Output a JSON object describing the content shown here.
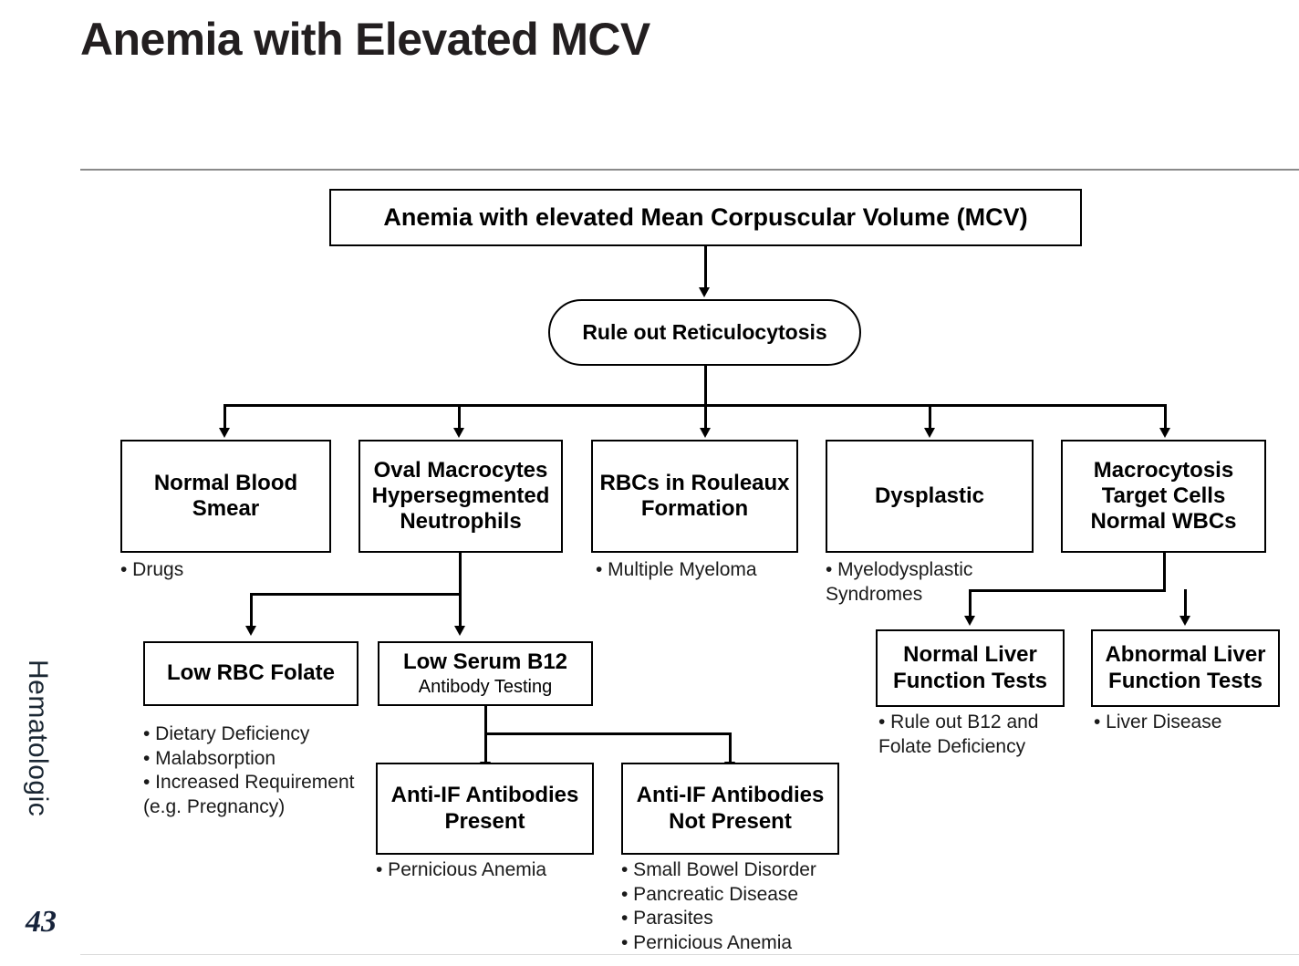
{
  "slide": {
    "title": "Anemia with Elevated MCV",
    "side_label": "Hematologic",
    "page_number": "43"
  },
  "colors": {
    "ink": "#000000",
    "title": "#231f20",
    "rule": "#8a8a8a",
    "side_label": "#1b2733"
  },
  "flow": {
    "root": {
      "label": "Anemia with elevated Mean Corpuscular Volume (MCV)"
    },
    "decision": {
      "label": "Rule out Reticulocytosis"
    },
    "branches": [
      {
        "id": "normal-blood-smear",
        "line1": "Normal Blood",
        "line2": "Smear",
        "line3": ""
      },
      {
        "id": "oval-macrocytes",
        "line1": "Oval Macrocytes",
        "line2": "Hypersegmented",
        "line3": "Neutrophils"
      },
      {
        "id": "rbcs-rouleaux",
        "line1": "RBCs in Rouleaux",
        "line2": "Formation",
        "line3": ""
      },
      {
        "id": "dysplastic",
        "line1": "Dysplastic",
        "line2": "",
        "line3": ""
      },
      {
        "id": "macrocytosis",
        "line1": "Macrocytosis",
        "line2": "Target Cells",
        "line3": "Normal WBCs"
      }
    ],
    "second_level": [
      {
        "id": "low-rbc-folate",
        "label": "Low RBC Folate",
        "sub": ""
      },
      {
        "id": "low-serum-b12",
        "label": "Low Serum B12",
        "sub": "Antibody Testing"
      },
      {
        "id": "normal-lft",
        "line1": "Normal Liver",
        "line2": "Function Tests"
      },
      {
        "id": "abnormal-lft",
        "line1": "Abnormal Liver",
        "line2": "Function Tests"
      }
    ],
    "third_level": [
      {
        "id": "anti-if-present",
        "line1": "Anti-IF Antibodies",
        "line2": "Present"
      },
      {
        "id": "anti-if-not-present",
        "line1": "Anti-IF Antibodies",
        "line2": "Not Present"
      }
    ]
  },
  "bullets": {
    "normal_blood_smear": "• Drugs",
    "rbcs_rouleaux": "• Multiple Myeloma",
    "dysplastic": "• Myelodysplastic\nSyndromes",
    "low_rbc_folate": "• Dietary Deficiency\n• Malabsorption\n• Increased Requirement\n  (e.g. Pregnancy)",
    "normal_lft": "• Rule out B12 and\nFolate Deficiency",
    "abnormal_lft": "• Liver Disease",
    "anti_if_present": "• Pernicious Anemia",
    "anti_if_not_present": "• Small Bowel Disorder\n• Pancreatic Disease\n• Parasites\n• Pernicious Anemia"
  }
}
